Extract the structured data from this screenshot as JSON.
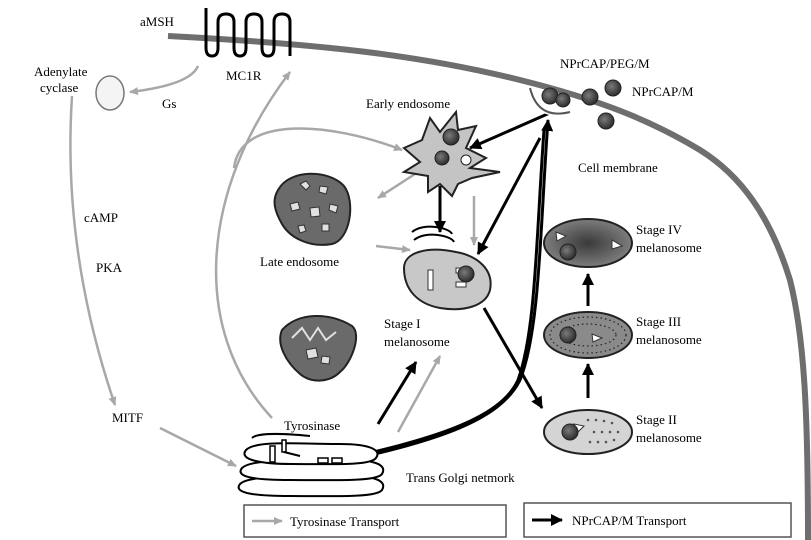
{
  "labels": {
    "amsh": "aMSH",
    "mc1r": "MC1R",
    "adenylate_line1": "Adenylate",
    "adenylate_line2": "cyclase",
    "gs": "Gs",
    "camp": "cAMP",
    "pka": "PKA",
    "mitf": "MITF",
    "nprcap_peg": "NPrCAP/PEG/M",
    "nprcap_m": "NPrCAP/M",
    "early_endosome": "Early endosome",
    "cell_membrane": "Cell membrane",
    "late_endosome": "Late endosome",
    "stage1_line1": "Stage I",
    "stage1_line2": "melanosome",
    "stage2_line1": "Stage II",
    "stage2_line2": "melanosome",
    "stage3_line1": "Stage III",
    "stage3_line2": "melanosome",
    "stage4_line1": "Stage IV",
    "stage4_line2": "melanosome",
    "tyrosinase": "Tyrosinase",
    "trans_golgi": "Trans Golgi netmork"
  },
  "legend": {
    "tyrosinase_transport": "Tyrosinase Transport",
    "nprcap_transport": "NPrCAP/M Transport"
  },
  "colors": {
    "membrane": "#6e6e6e",
    "gray_arrow": "#a8a8a8",
    "black_arrow": "#000000",
    "organelle_dark": "#6a6a6a",
    "organelle_light": "#c8c8c8",
    "particle": "#3c3c3c"
  }
}
